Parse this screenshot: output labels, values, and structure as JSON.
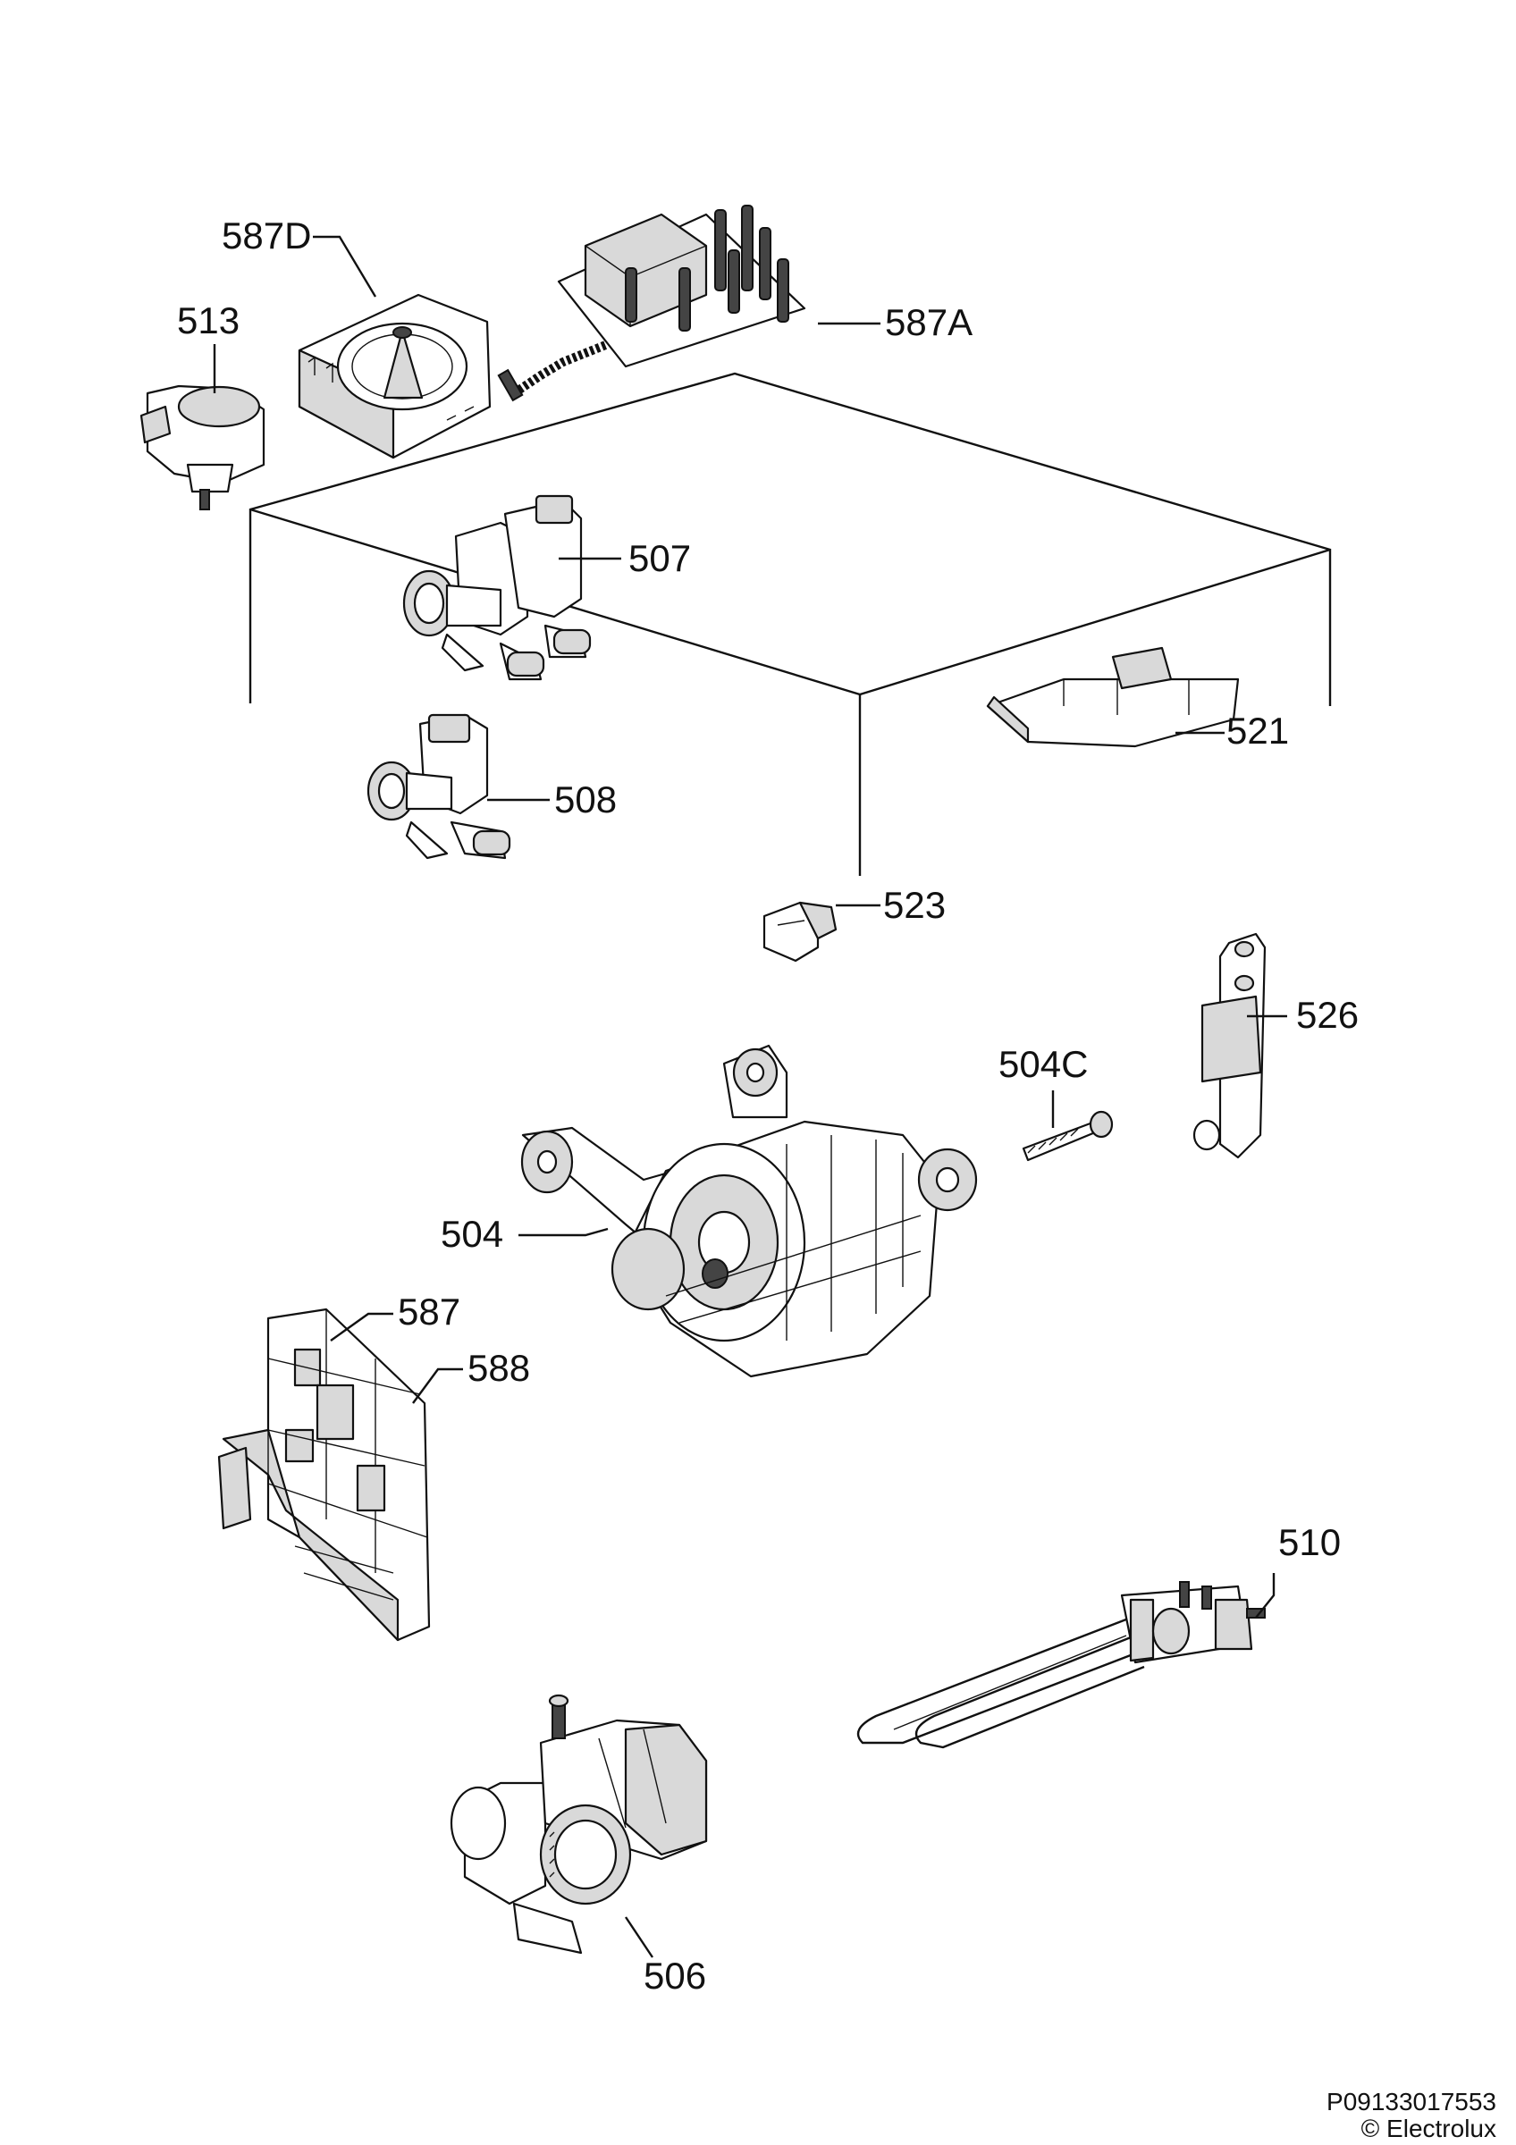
{
  "diagram": {
    "parts": [
      {
        "id": "587d",
        "label": "587D"
      },
      {
        "id": "513",
        "label": "513"
      },
      {
        "id": "587a",
        "label": "587A"
      },
      {
        "id": "507",
        "label": "507"
      },
      {
        "id": "508",
        "label": "508"
      },
      {
        "id": "521",
        "label": "521"
      },
      {
        "id": "523",
        "label": "523"
      },
      {
        "id": "526",
        "label": "526"
      },
      {
        "id": "504c",
        "label": "504C"
      },
      {
        "id": "504",
        "label": "504"
      },
      {
        "id": "587",
        "label": "587"
      },
      {
        "id": "588",
        "label": "588"
      },
      {
        "id": "510",
        "label": "510"
      },
      {
        "id": "506",
        "label": "506"
      }
    ]
  },
  "footer": {
    "code": "P09133017553",
    "copyright": "© Electrolux"
  }
}
